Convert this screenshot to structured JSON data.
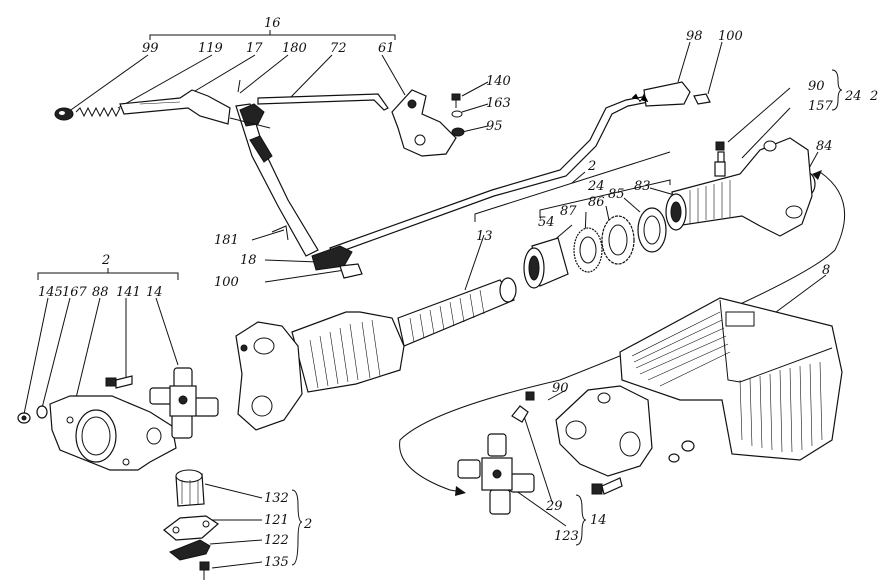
{
  "labels": {
    "l99": "99",
    "l119": "119",
    "l17": "17",
    "l180": "180",
    "l72": "72",
    "l61": "61",
    "l16": "16",
    "l140": "140",
    "l163": "163",
    "l95": "95",
    "l98": "98",
    "l100a": "100",
    "l90a": "90",
    "l157": "157",
    "l24a": "24",
    "l2a": "2",
    "l84": "84",
    "l2b": "2",
    "l24b": "24",
    "l54": "54",
    "l87": "87",
    "l86": "86",
    "l85": "85",
    "l83": "83",
    "l13": "13",
    "l181": "181",
    "l18": "18",
    "l100b": "100",
    "l2c": "2",
    "l145": "145",
    "l167": "167",
    "l88": "88",
    "l141": "141",
    "l14a": "14",
    "l8": "8",
    "l90b": "90",
    "l29": "29",
    "l123": "123",
    "l14b": "14",
    "l132": "132",
    "l121": "121",
    "l122": "122",
    "l135": "135",
    "l2d": "2"
  }
}
